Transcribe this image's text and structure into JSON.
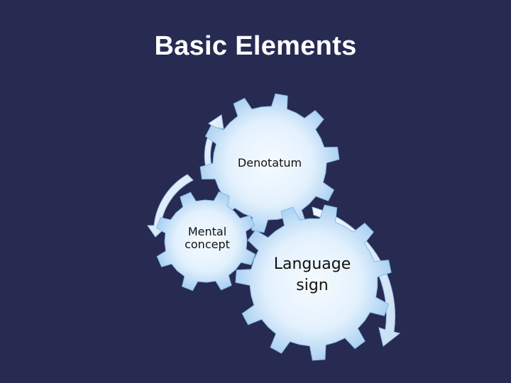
{
  "slide": {
    "title": "Basic Elements",
    "background_color": "#272b52"
  },
  "diagram": {
    "type": "gear-cycle",
    "gears": [
      {
        "id": "denotatum",
        "label": "Denotatum",
        "size": "medium"
      },
      {
        "id": "mental",
        "label": "Mental\nconcept",
        "size": "small"
      },
      {
        "id": "language",
        "label": "Language\nsign",
        "size": "large"
      }
    ],
    "arrows": [
      {
        "from": "denotatum",
        "to": "mental",
        "direction": "counter-clockwise"
      },
      {
        "from": "denotatum",
        "to": "language",
        "direction": "clockwise"
      },
      {
        "around": "denotatum",
        "direction": "clockwise"
      }
    ],
    "colors": {
      "gear_center": "#f4faff",
      "gear_edge": "#9fcaf0",
      "arrow_fill": "#e6f1fb",
      "arrow_edge": "#9dc2e6",
      "label_text": "#111111"
    }
  }
}
